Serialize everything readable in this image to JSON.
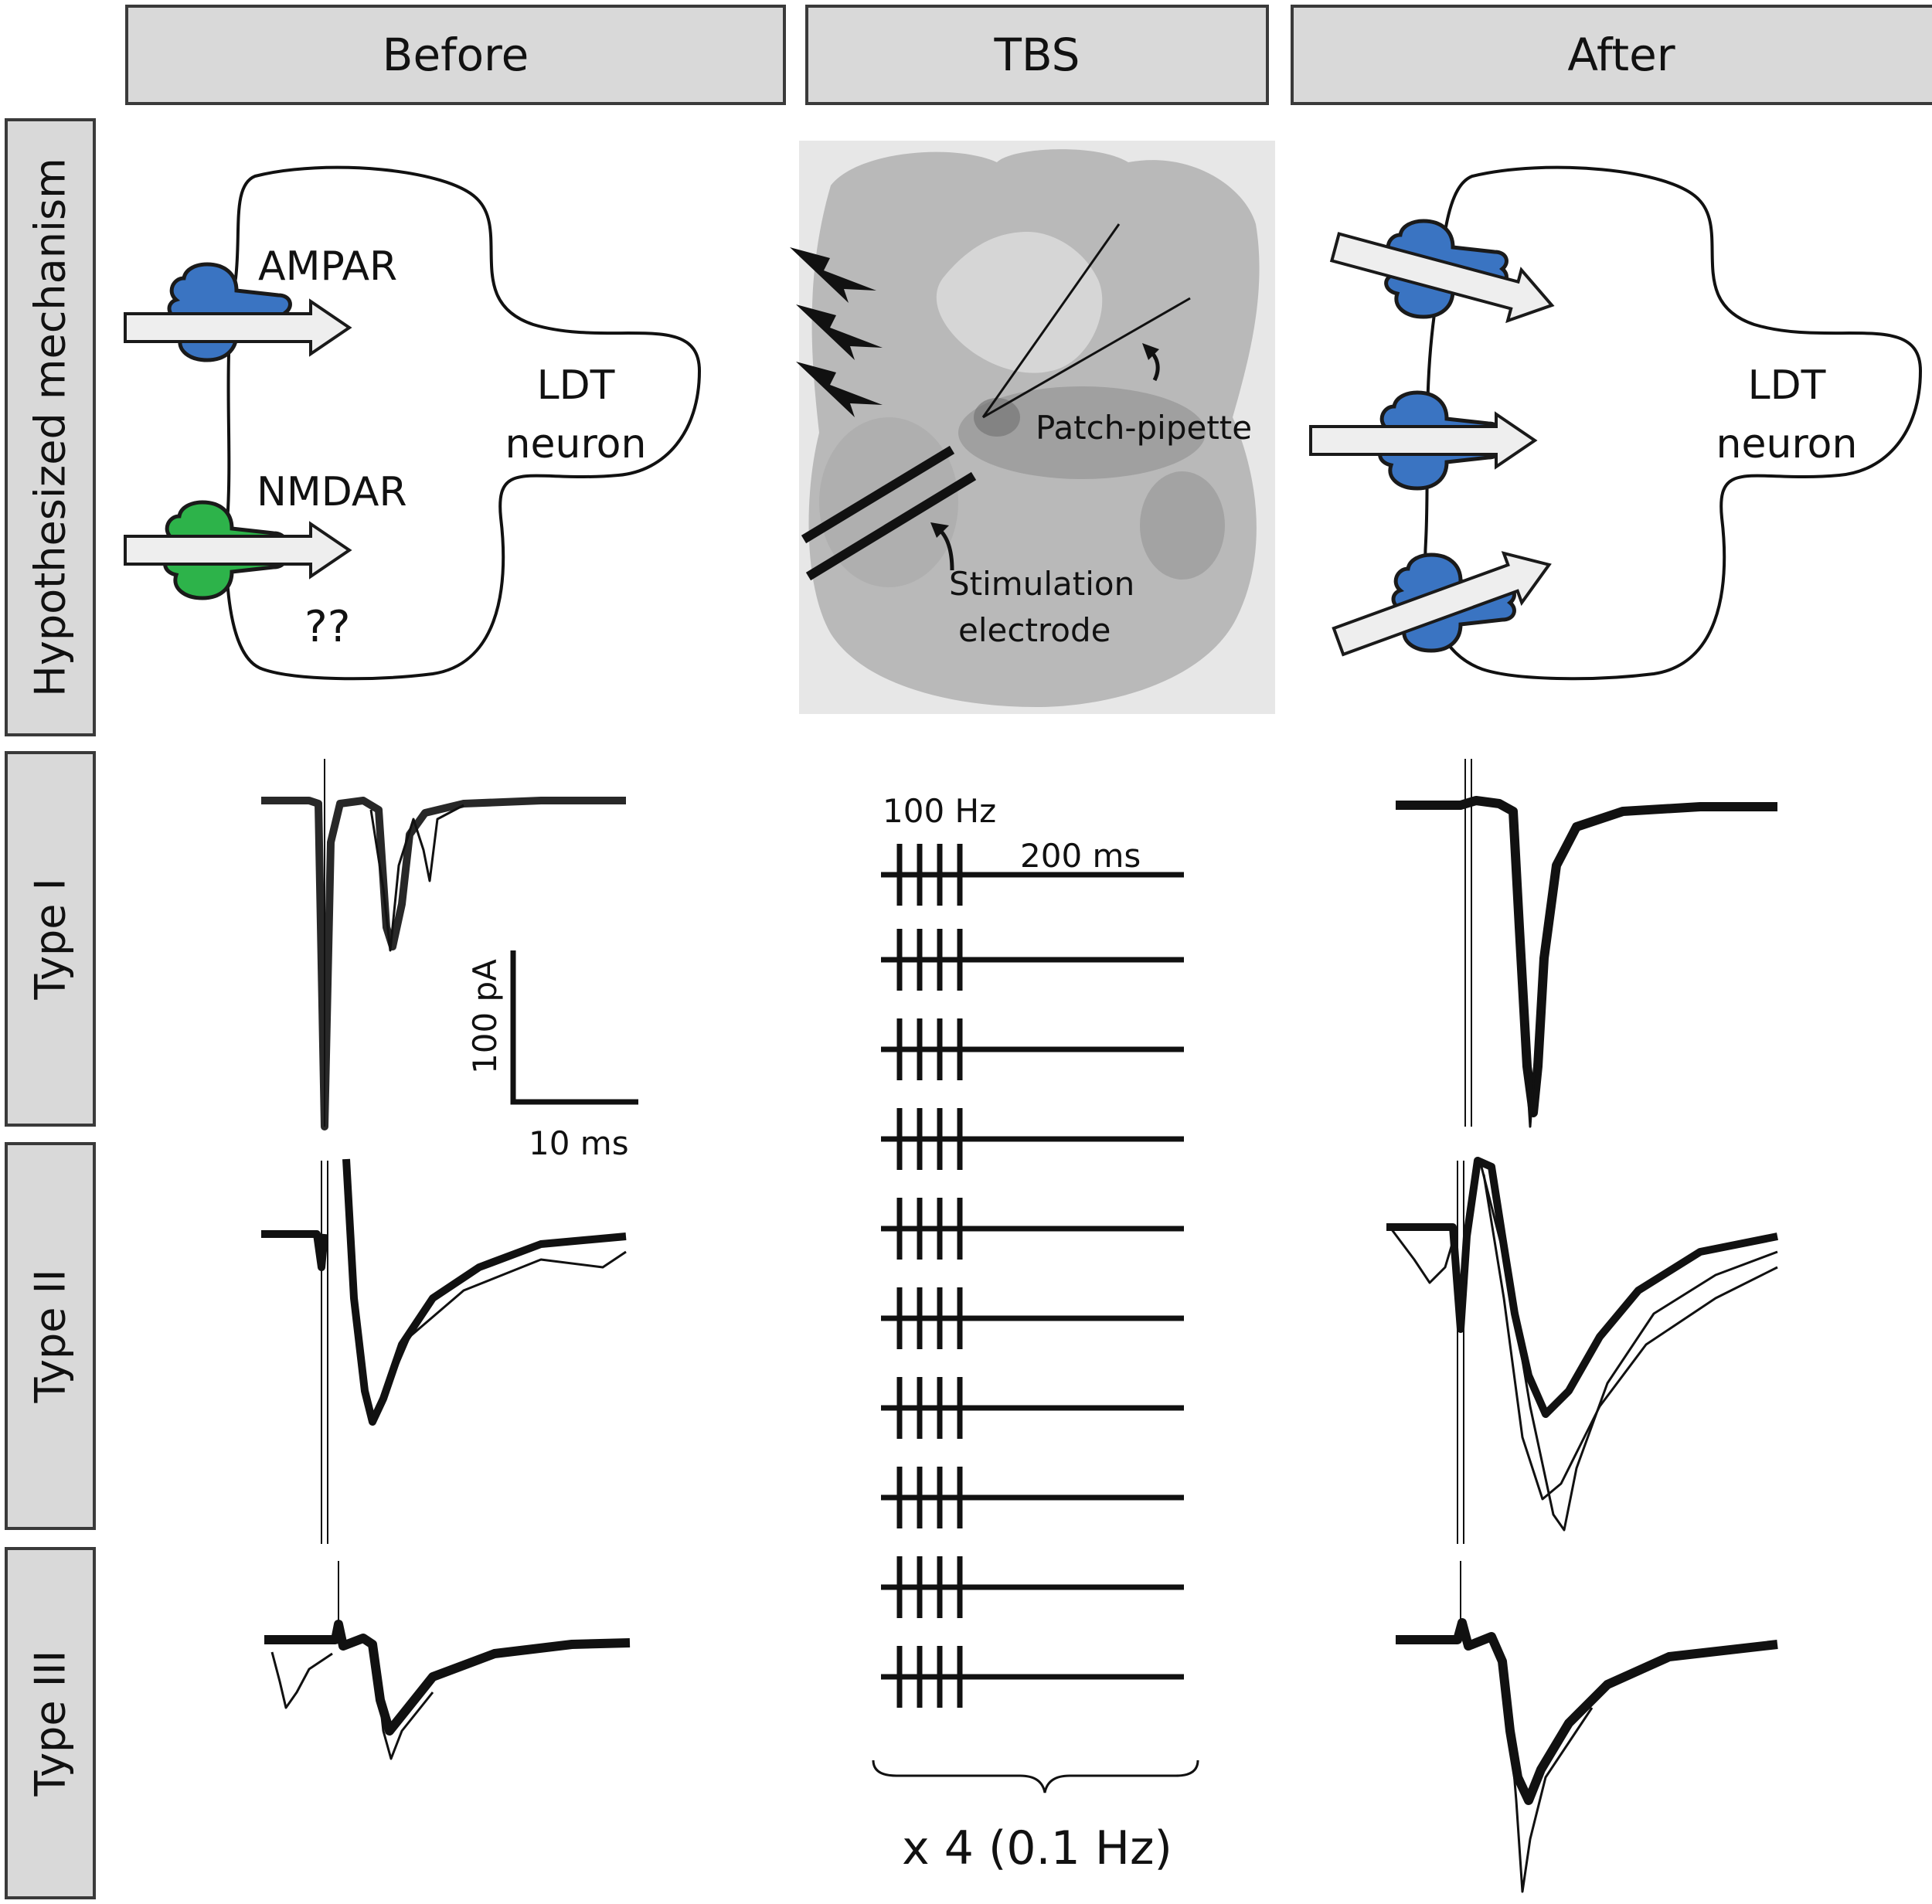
{
  "columns": {
    "before": "Before",
    "tbs": "TBS",
    "after": "After"
  },
  "rows": {
    "mechanism": "Hypothesized mechanism",
    "type1": "Type I",
    "type2": "Type II",
    "type3": "Type III"
  },
  "before_panel": {
    "ampar_label": "AMPAR",
    "nmdar_label": "NMDAR",
    "neuron_label_1": "LDT",
    "neuron_label_2": "neuron",
    "question": "??"
  },
  "tbs_panel": {
    "pipette_label": "Patch-pipette",
    "electrode_label_1": "Stimulation",
    "electrode_label_2": "electrode"
  },
  "after_panel": {
    "neuron_label_1": "LDT",
    "neuron_label_2": "neuron"
  },
  "scale_bar": {
    "y_label": "100 pA",
    "x_label": "10 ms"
  },
  "protocol": {
    "freq_label": "100 Hz",
    "interval_label": "200 ms",
    "repeat_label": "x 4 (0.1 Hz)",
    "trains": 10,
    "pulses_per_train": 4
  },
  "colors": {
    "ampar": "#3a74c2",
    "nmdar": "#2db34a",
    "header_bg": "#d9d9d9"
  }
}
